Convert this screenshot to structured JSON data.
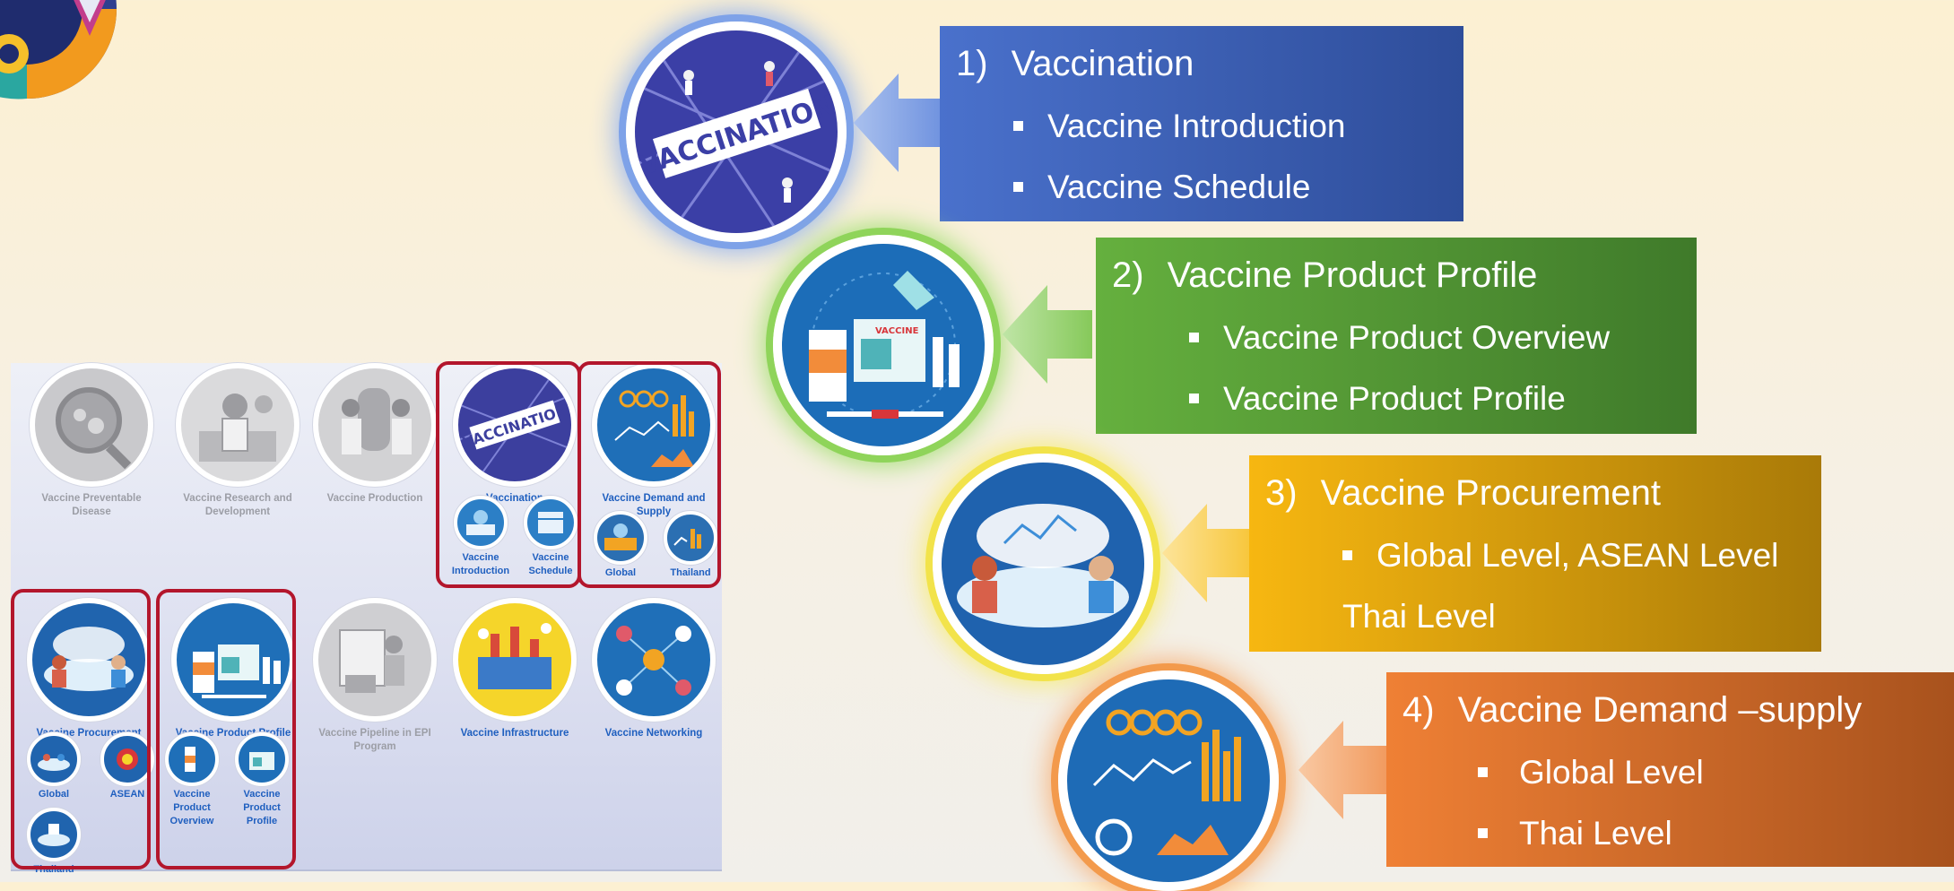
{
  "colors": {
    "blue_box": "#3a62c0",
    "green_box": "#4f9a32",
    "yellow_box": "#f0b10a",
    "orange_box": "#e9752a",
    "highlight_frame": "#b3162c",
    "panel_link_text": "#1f5fbf",
    "panel_gray_text": "#9c9ea6"
  },
  "panel": {
    "row1": [
      {
        "label": "Vaccine Preventable\nDisease",
        "state": "gray",
        "icon": "virus-magnifier-icon"
      },
      {
        "label": "Vaccine Research and\nDevelopment",
        "state": "gray",
        "icon": "scientist-lab-icon"
      },
      {
        "label": "Vaccine Production",
        "state": "gray",
        "icon": "production-lab-icon"
      },
      {
        "label": "Vaccination",
        "state": "active",
        "icon": "vaccination-isometric-icon"
      },
      {
        "label": "Vaccine Demand and\nSupply",
        "state": "active",
        "icon": "dashboard-chart-icon"
      }
    ],
    "row2": [
      {
        "label": "Vaccine Procurement",
        "state": "active",
        "icon": "meeting-table-icon"
      },
      {
        "label": "Vaccine Product Profile",
        "state": "active",
        "icon": "vaccine-vials-icon"
      },
      {
        "label": "Vaccine Pipeline in EPI\nProgram",
        "state": "gray",
        "icon": "pipeline-doctor-icon"
      },
      {
        "label": "Vaccine Infrastructure",
        "state": "active",
        "icon": "factory-icon"
      },
      {
        "label": "Vaccine Networking",
        "state": "active",
        "icon": "network-people-icon"
      }
    ],
    "vaccination_sub": [
      "Vaccine\nIntroduction",
      "Vaccine\nSchedule"
    ],
    "demand_sub": [
      "Global",
      "Thailand"
    ],
    "procurement_sub": [
      "Global",
      "ASEAN",
      "Thailand"
    ],
    "profile_sub": [
      "Vaccine\nProduct\nOverview",
      "Vaccine\nProduct\nProfile"
    ]
  },
  "sections": [
    {
      "num": "1)",
      "title": "Vaccination",
      "icon": "vaccination-isometric-icon",
      "bullets": [
        "Vaccine Introduction",
        "Vaccine Schedule"
      ]
    },
    {
      "num": "2)",
      "title": "Vaccine Product Profile",
      "icon": "vaccine-vials-icon",
      "bullets": [
        "Vaccine Product Overview",
        "Vaccine Product Profile"
      ]
    },
    {
      "num": "3)",
      "title": "Vaccine Procurement",
      "icon": "meeting-table-icon",
      "bullets": [
        "Global Level, ASEAN Level"
      ],
      "continuation": "Thai Level"
    },
    {
      "num": "4)",
      "title": "Vaccine Demand –supply",
      "icon": "dashboard-chart-icon",
      "bullets": [
        "Global Level",
        "Thai Level"
      ]
    }
  ]
}
